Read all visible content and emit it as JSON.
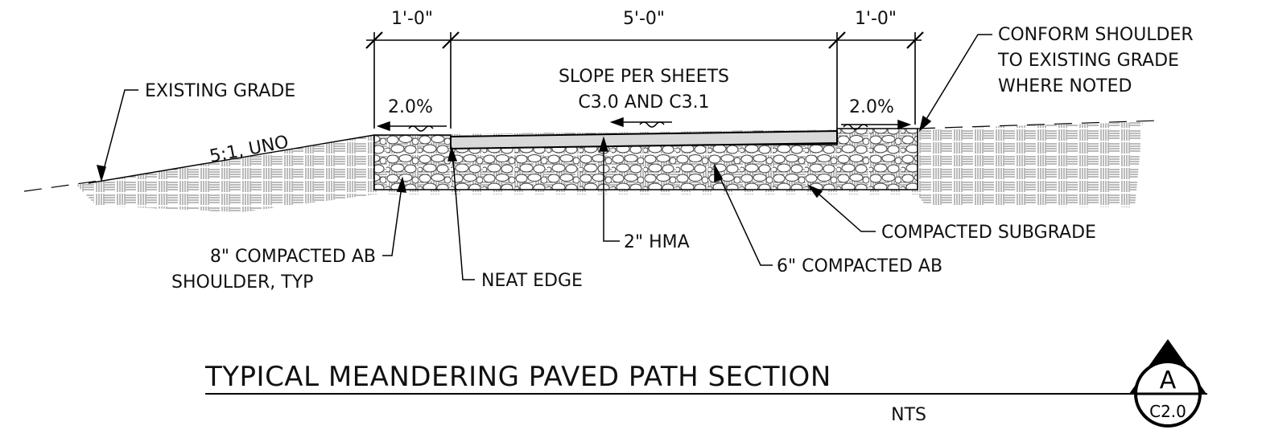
{
  "dimensions": {
    "left_shoulder": "1'-0\"",
    "path_width": "5'-0\"",
    "right_shoulder": "1'-0\""
  },
  "slopes": {
    "left": "2.0%",
    "right": "2.0%",
    "side": "5:1, UNO"
  },
  "notes": {
    "slope_line1": "SLOPE PER SHEETS",
    "slope_line2": "C3.0 AND C3.1",
    "existing_grade": "EXISTING GRADE",
    "conform_line1": "CONFORM SHOULDER",
    "conform_line2": "TO EXISTING GRADE",
    "conform_line3": "WHERE NOTED",
    "compacted_subgrade": "COMPACTED SUBGRADE",
    "hma": "2\" HMA",
    "ab_6": "6\" COMPACTED AB",
    "ab_8_line1": "8\" COMPACTED AB",
    "ab_8_line2": "SHOULDER, TYP",
    "neat_edge": "NEAT EDGE"
  },
  "title_block": {
    "title": "TYPICAL MEANDERING PAVED PATH SECTION",
    "scale": "NTS",
    "detail_id": "A",
    "sheet": "C2.0"
  }
}
